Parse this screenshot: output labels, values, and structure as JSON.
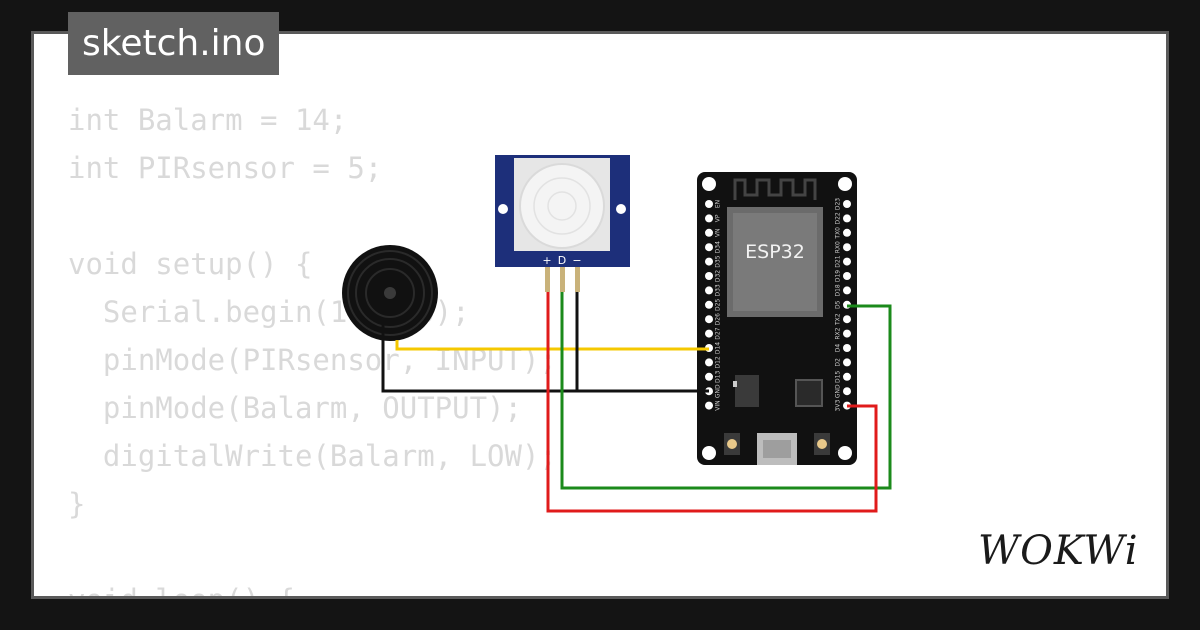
{
  "title": "sketch.ino",
  "code_lines": [
    "int Balarm = 14;",
    "int PIRsensor = 5;",
    "",
    "void setup() {",
    "  Serial.begin(115200);",
    "  pinMode(PIRsensor, INPUT);",
    "  pinMode(Balarm, OUTPUT);",
    "  digitalWrite(Balarm, LOW);",
    "}",
    "",
    "void loop() {"
  ],
  "board": {
    "chip_label": "ESP32",
    "left_pins": [
      "EN",
      "VP",
      "VN",
      "D34",
      "D35",
      "D32",
      "D33",
      "D25",
      "D26",
      "D27",
      "D14",
      "D12",
      "D13",
      "GND",
      "VIN"
    ],
    "right_pins": [
      "D23",
      "D22",
      "TX0",
      "RX0",
      "D21",
      "D19",
      "D18",
      "D5",
      "TX2",
      "RX2",
      "D4",
      "D2",
      "D15",
      "GND",
      "3V3"
    ]
  },
  "pir_labels": [
    "+",
    "D",
    "−"
  ],
  "brand": "WOKWi",
  "colors": {
    "wire_yellow": "#f5c800",
    "wire_green": "#1b8a1b",
    "wire_red": "#e01b1b",
    "wire_black": "#111111",
    "pcb_blue": "#1d2f7a",
    "board_black": "#111111"
  }
}
